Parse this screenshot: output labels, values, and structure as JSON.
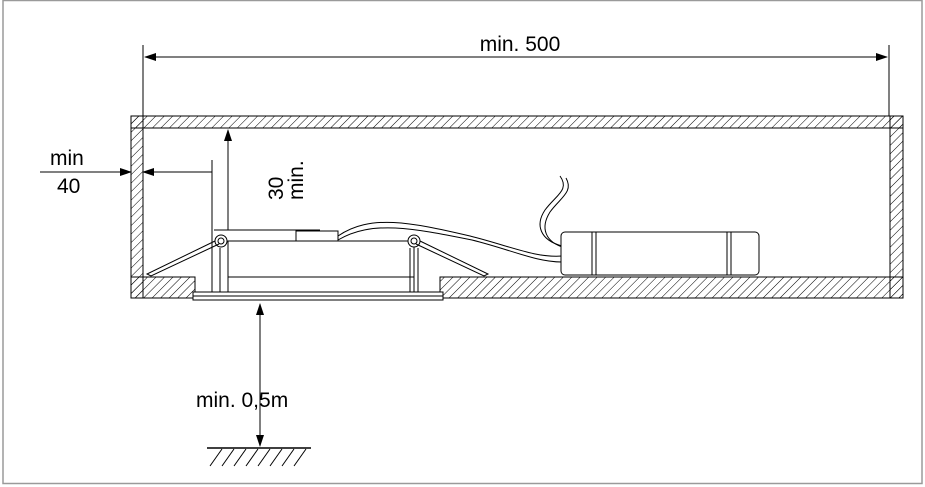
{
  "labels": {
    "top_width": "min. 500",
    "side_min": "min",
    "side_value": "40",
    "top_clear_value": "30",
    "top_clear_min": "min.",
    "floor_distance": "min. 0,5m"
  },
  "colors": {
    "line": "#000000",
    "frame": "#9a9a9a",
    "background": "#ffffff",
    "hatch": "#000000"
  }
}
